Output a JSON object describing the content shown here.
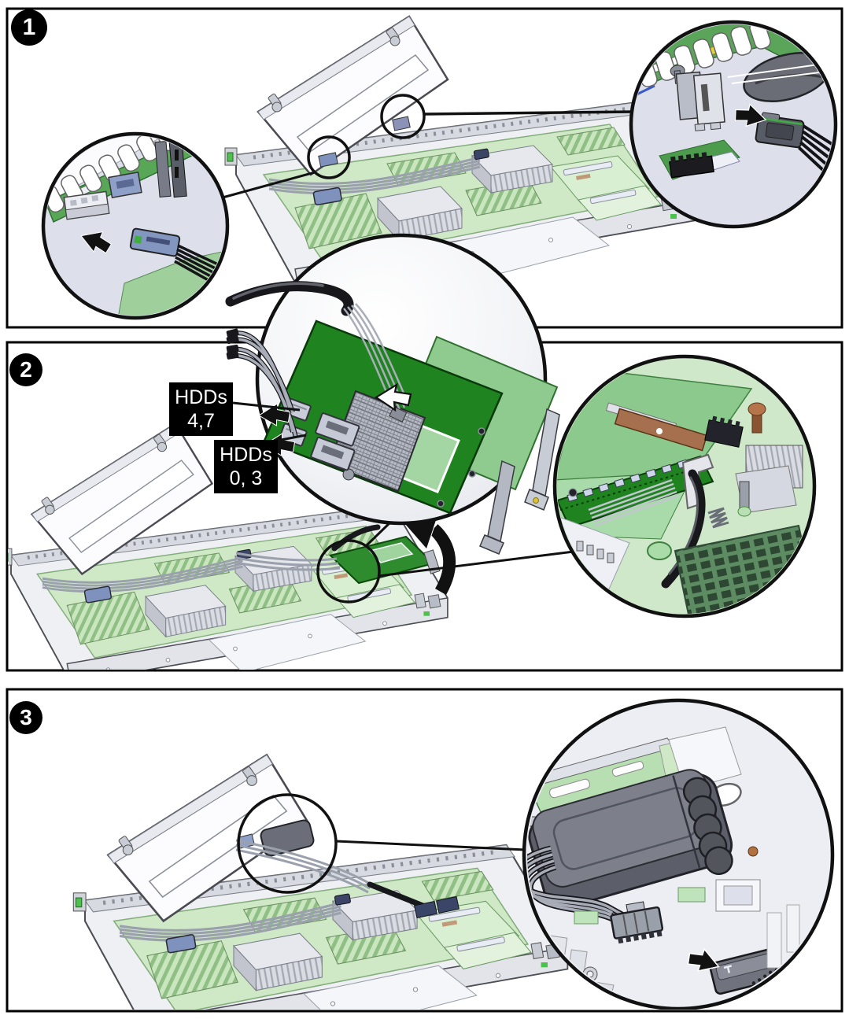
{
  "figure": {
    "kind": "server service procedure illustration",
    "background": "#ffffff",
    "panel_count": 3
  },
  "steps": [
    {
      "number": "1"
    },
    {
      "number": "2"
    },
    {
      "number": "3"
    }
  ],
  "callout_labels": {
    "hdds_4_7": {
      "line1": "HDDs",
      "line2": "4,7"
    },
    "hdds_0_3": {
      "line1": "HDDs",
      "line2": "0, 3"
    }
  },
  "icons": {
    "step-badge": "black filled circle with white numeral",
    "disconnect-arrow-icon": "solid black arrow with white outline",
    "insert-arrow-icon": "white arrow with black outline",
    "rotate-arrow-icon": "curved solid black arrow"
  },
  "colors": {
    "panel_border": "#000000",
    "badge_background": "#000000",
    "badge_text": "#ffffff",
    "label_background": "#000000",
    "label_text": "#ffffff",
    "motherboard_green": "#cfe9c6",
    "pcb_dark_green": "#1f8420",
    "pcb_medium_green": "#8fcb8f",
    "backplane_green": "#57a757",
    "chassis_gray": "#eef0f4",
    "metal_gray": "#c8ccd4",
    "floor_lavender": "#dde0ea",
    "cable_black": "#17171c",
    "cable_gray": "#9aa0ac",
    "connector_blue": "#7f92bd",
    "battery_gray": "#70737d",
    "highlight_yellow": "#e8d23c",
    "copper_brown": "#a6704e"
  }
}
